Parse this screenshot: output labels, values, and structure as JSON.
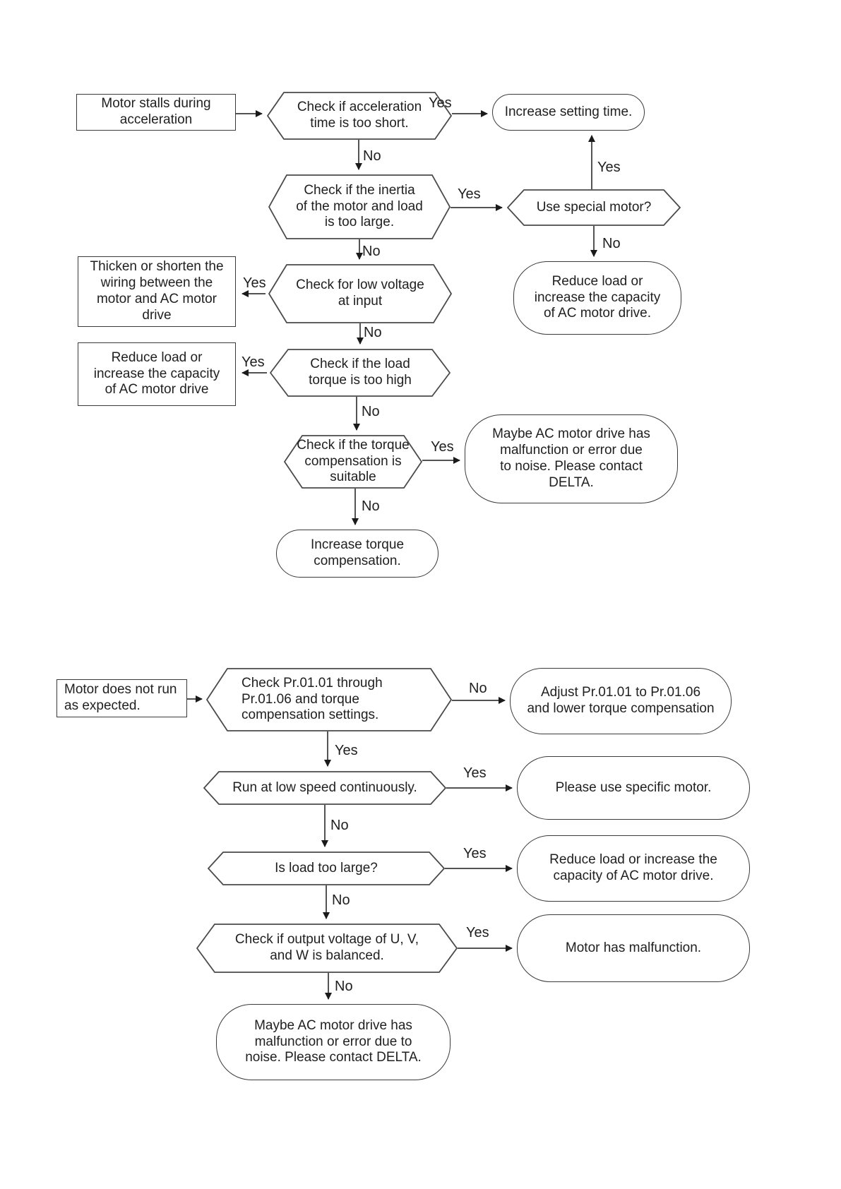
{
  "colors": {
    "background": "#ffffff",
    "line": "#1a1a1a",
    "border": "#3a3a3a",
    "text": "#1f1f1f"
  },
  "labels": {
    "yes": "Yes",
    "no": "No"
  },
  "chart1": {
    "nodes": {
      "start": {
        "text": "Motor stalls during\nacceleration"
      },
      "check_accel": {
        "text": "Check if acceleration\ntime is too short."
      },
      "increase_setting": {
        "text": "Increase setting time."
      },
      "check_inertia": {
        "text": "Check if the inertia\nof the motor and load\nis too large."
      },
      "use_special": {
        "text": "Use special motor?"
      },
      "reduce_load_right": {
        "text": "Reduce load or\nincrease the capacity\nof AC motor drive."
      },
      "thicken_wiring": {
        "text": "Thicken or shorten the\nwiring between the\nmotor and AC motor\ndrive"
      },
      "check_voltage": {
        "text": "Check for low voltage\nat input"
      },
      "reduce_load_left": {
        "text": "Reduce load or\nincrease the capacity\nof AC motor drive"
      },
      "check_torque": {
        "text": "Check if the load\ntorque is too high"
      },
      "check_comp": {
        "text": "Check if the torque\ncompensation is\nsuitable"
      },
      "contact_delta": {
        "text": "Maybe AC motor drive has\nmalfunction or error due\nto noise. Please contact\nDELTA."
      },
      "increase_comp": {
        "text": "Increase torque\ncompensation."
      }
    }
  },
  "chart2": {
    "nodes": {
      "start": {
        "text": "Motor does not run\nas expected."
      },
      "check_pr": {
        "text": "Check Pr.01.01 through\nPr.01.06 and torque\ncompensation settings."
      },
      "adjust_pr": {
        "text": "Adjust Pr.01.01 to Pr.01.06\nand lower torque compensation"
      },
      "low_speed": {
        "text": "Run at low speed continuously."
      },
      "specific_motor": {
        "text": "Please use specific motor."
      },
      "load_large": {
        "text": "Is load too large?"
      },
      "reduce_load": {
        "text": "Reduce load or increase the\ncapacity of AC motor drive."
      },
      "output_voltage": {
        "text": "Check if output voltage of U, V,\nand W is balanced."
      },
      "motor_malfunction": {
        "text": "Motor has malfunction."
      },
      "contact_delta": {
        "text": "Maybe AC motor drive has\nmalfunction or error due to\nnoise. Please contact DELTA."
      }
    }
  }
}
